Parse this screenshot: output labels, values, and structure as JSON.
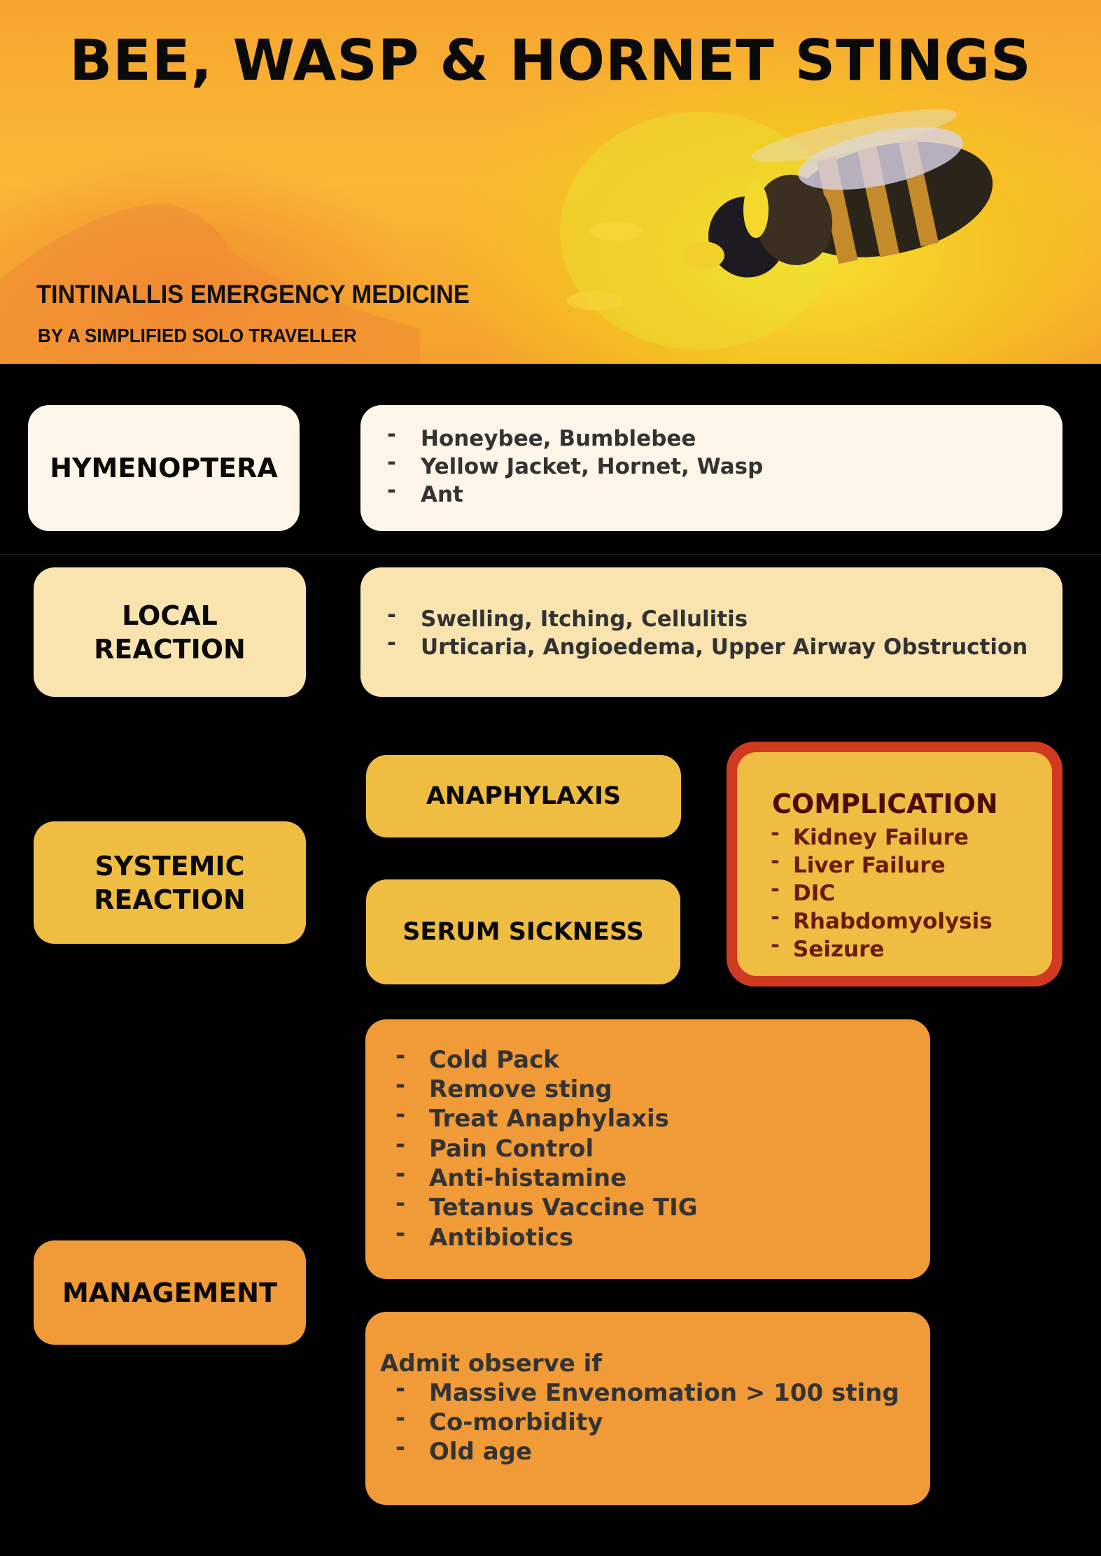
{
  "header": {
    "title": "BEE, WASP & HORNET STINGS",
    "subtitle": "TINTINALLIS EMERGENCY MEDICINE",
    "byline": "BY A SIMPLIFIED SOLO TRAVELLER"
  },
  "bullet": "-",
  "hymenoptera": {
    "label": "HYMENOPTERA",
    "items": [
      "Honeybee, Bumblebee",
      "Yellow Jacket, Hornet, Wasp",
      "Ant"
    ]
  },
  "local": {
    "label_line1": "LOCAL",
    "label_line2": "REACTION",
    "items": [
      "Swelling, Itching, Cellulitis",
      "Urticaria, Angioedema, Upper Airway Obstruction"
    ]
  },
  "systemic": {
    "label_line1": "SYSTEMIC",
    "label_line2": "REACTION",
    "anaphylaxis": "ANAPHYLAXIS",
    "serum_sickness": "SERUM SICKNESS",
    "complication": {
      "title": "COMPLICATION",
      "items": [
        "Kidney Failure",
        "Liver Failure",
        "DIC",
        "Rhabdomyolysis",
        "Seizure"
      ]
    }
  },
  "management": {
    "label": "MANAGEMENT",
    "items": [
      "Cold Pack",
      "Remove sting",
      "Treat Anaphylaxis",
      "Pain Control",
      "Anti-histamine",
      "Tetanus Vaccine TIG",
      "Antibiotics"
    ],
    "admit_heading": "Admit observe if",
    "admit_items": [
      "Massive Envenomation > 100 sting",
      "Co-morbidity",
      "Old age"
    ]
  },
  "colors": {
    "cream": "#fdf6e8",
    "beige": "#f9e4b0",
    "gold": "#efbd42",
    "orange": "#f09a38",
    "complication_border": "#d03a20"
  }
}
